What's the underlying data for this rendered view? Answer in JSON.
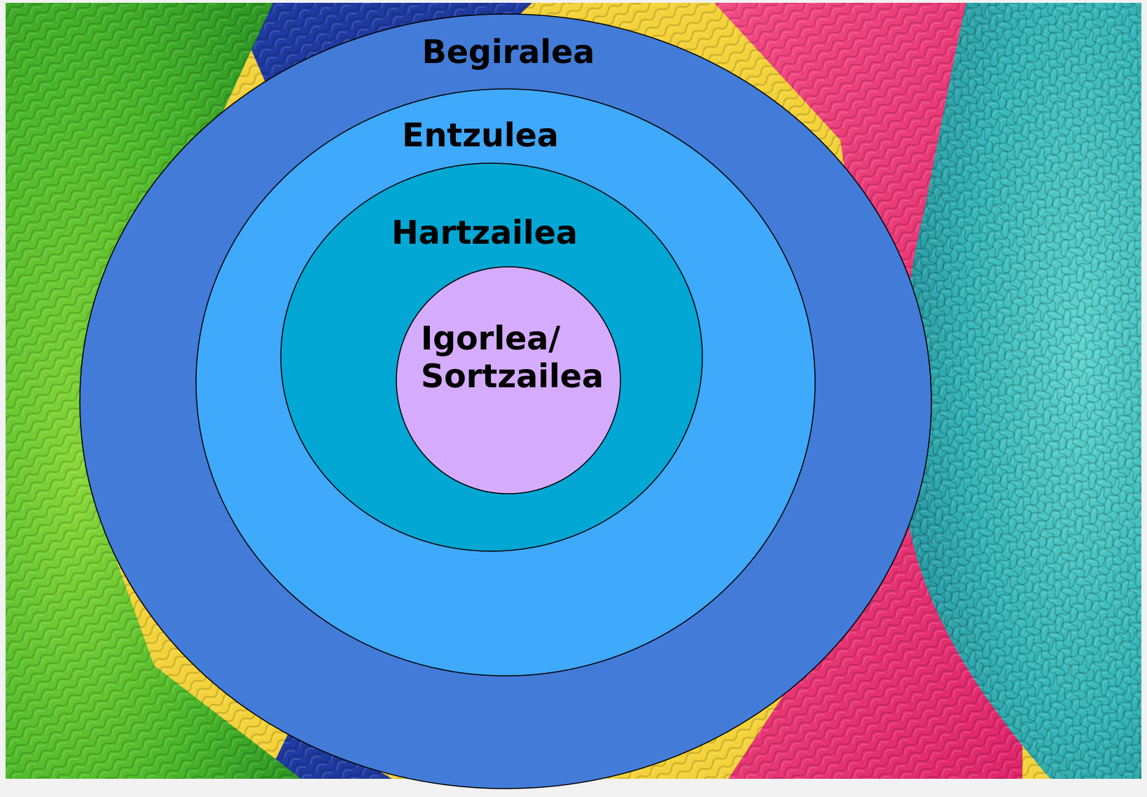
{
  "diagram": {
    "background_colors": {
      "green": "#5fc22e",
      "navy": "#1f3aa0",
      "yellow": "#f3d23a",
      "pink": "#ef3a78",
      "teal": "#3cc0c0",
      "frame": "#f2f2f2"
    },
    "rings": [
      {
        "label": "Begiralea",
        "color": "#437cd8"
      },
      {
        "label": "Entzulea",
        "color": "#3fa9fb"
      },
      {
        "label": "Hartzailea",
        "color": "#02a7d4"
      },
      {
        "label_lines": [
          "Igorlea/",
          "Sortzailea"
        ],
        "color": "#d5acfd"
      }
    ]
  }
}
